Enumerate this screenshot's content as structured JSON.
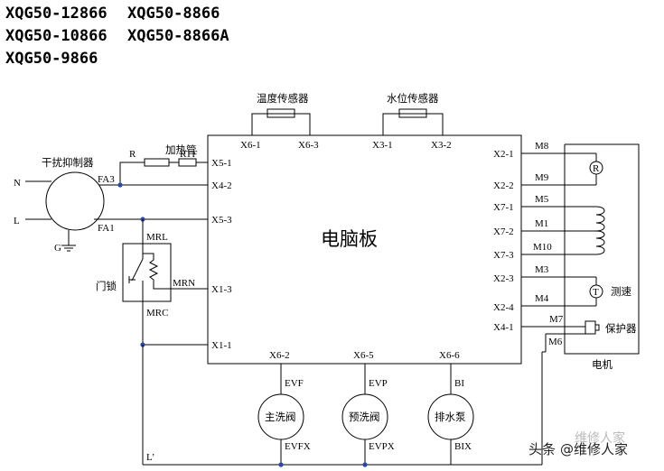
{
  "models": [
    "XQG50-12866",
    "XQG50-8866",
    "XQG50-10866",
    "XQG50-8866A",
    "XQG50-9866"
  ],
  "board_label": "电脑板",
  "filter_label": "干扰抑制器",
  "heater_label": "加热管",
  "temp_sensor_label": "温度传感器",
  "water_sensor_label": "水位传感器",
  "door_lock_label": "门锁",
  "motor_label": "电机",
  "speed_label": "测速",
  "protector_label": "保护器",
  "main_valve_label": "主洗阀",
  "pre_valve_label": "预洗阀",
  "pump_label": "排水泵",
  "labels": {
    "N": "N",
    "L": "L",
    "G": "G",
    "FA3": "FA3",
    "FA1": "FA1",
    "R": "R",
    "RTF": "RTF",
    "MRL": "MRL",
    "MRN": "MRN",
    "MRC": "MRC",
    "Lp": "L’",
    "X5_1": "X5-1",
    "X4_2": "X4-2",
    "X5_3": "X5-3",
    "X1_3": "X1-3",
    "X1_1": "X1-1",
    "X6_1": "X6-1",
    "X6_3": "X6-3",
    "X3_1": "X3-1",
    "X3_2": "X3-2",
    "X2_1": "X2-1",
    "X2_2": "X2-2",
    "X7_1": "X7-1",
    "X7_2": "X7-2",
    "X7_3": "X7-3",
    "X2_3": "X2-3",
    "X2_4": "X2-4",
    "X4_1": "X4-1",
    "M8": "M8",
    "M9": "M9",
    "M5": "M5",
    "M1": "M1",
    "M10": "M10",
    "M3": "M3",
    "M4": "M4",
    "M7": "M7",
    "M6": "M6",
    "X6_2": "X6-2",
    "X6_5": "X6-5",
    "X6_6": "X6-6",
    "EVF": "EVF",
    "EVP": "EVP",
    "BI": "BI",
    "EVFX": "EVFX",
    "EVPX": "EVPX",
    "BIX": "BIX",
    "R_mark": "R",
    "T_mark": "T"
  },
  "watermark": {
    "prefix": "头条",
    "handle": "@维修人家",
    "ghost": "维修人家"
  }
}
